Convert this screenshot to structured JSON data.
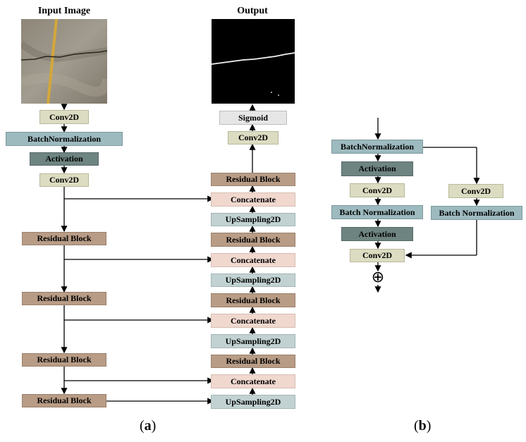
{
  "part_a": {
    "input_title": "Input Image",
    "output_title": "Output",
    "encoder": {
      "conv1": "Conv2D",
      "bn": "BatchNormalization",
      "act": "Activation",
      "conv2": "Conv2D",
      "res1": "Residual Block",
      "res2": "Residual Block",
      "res3": "Residual Block",
      "res4": "Residual Block"
    },
    "decoder": {
      "sigmoid": "Sigmoid",
      "conv": "Conv2D",
      "res_top": "Residual Block",
      "cat1": "Concatenate",
      "up1": "UpSampling2D",
      "res2": "Residual Block",
      "cat2": "Concatenate",
      "up2": "UpSampling2D",
      "res3": "Residual Block",
      "cat3": "Concatenate",
      "up3": "UpSampling2D",
      "res4": "Residual Block",
      "cat4": "Concatenate",
      "up4": "UpSampling2D"
    },
    "caption_letter": "a"
  },
  "part_b": {
    "bn1": "BatchNormalization",
    "act1": "Activation",
    "conv1": "Conv2D",
    "bn2": "Batch Normalization",
    "act2": "Activation",
    "conv_final": "Conv2D",
    "skip_conv": "Conv2D",
    "skip_bn": "Batch Normalization",
    "add_symbol": "⊕",
    "caption_letter": "b"
  }
}
